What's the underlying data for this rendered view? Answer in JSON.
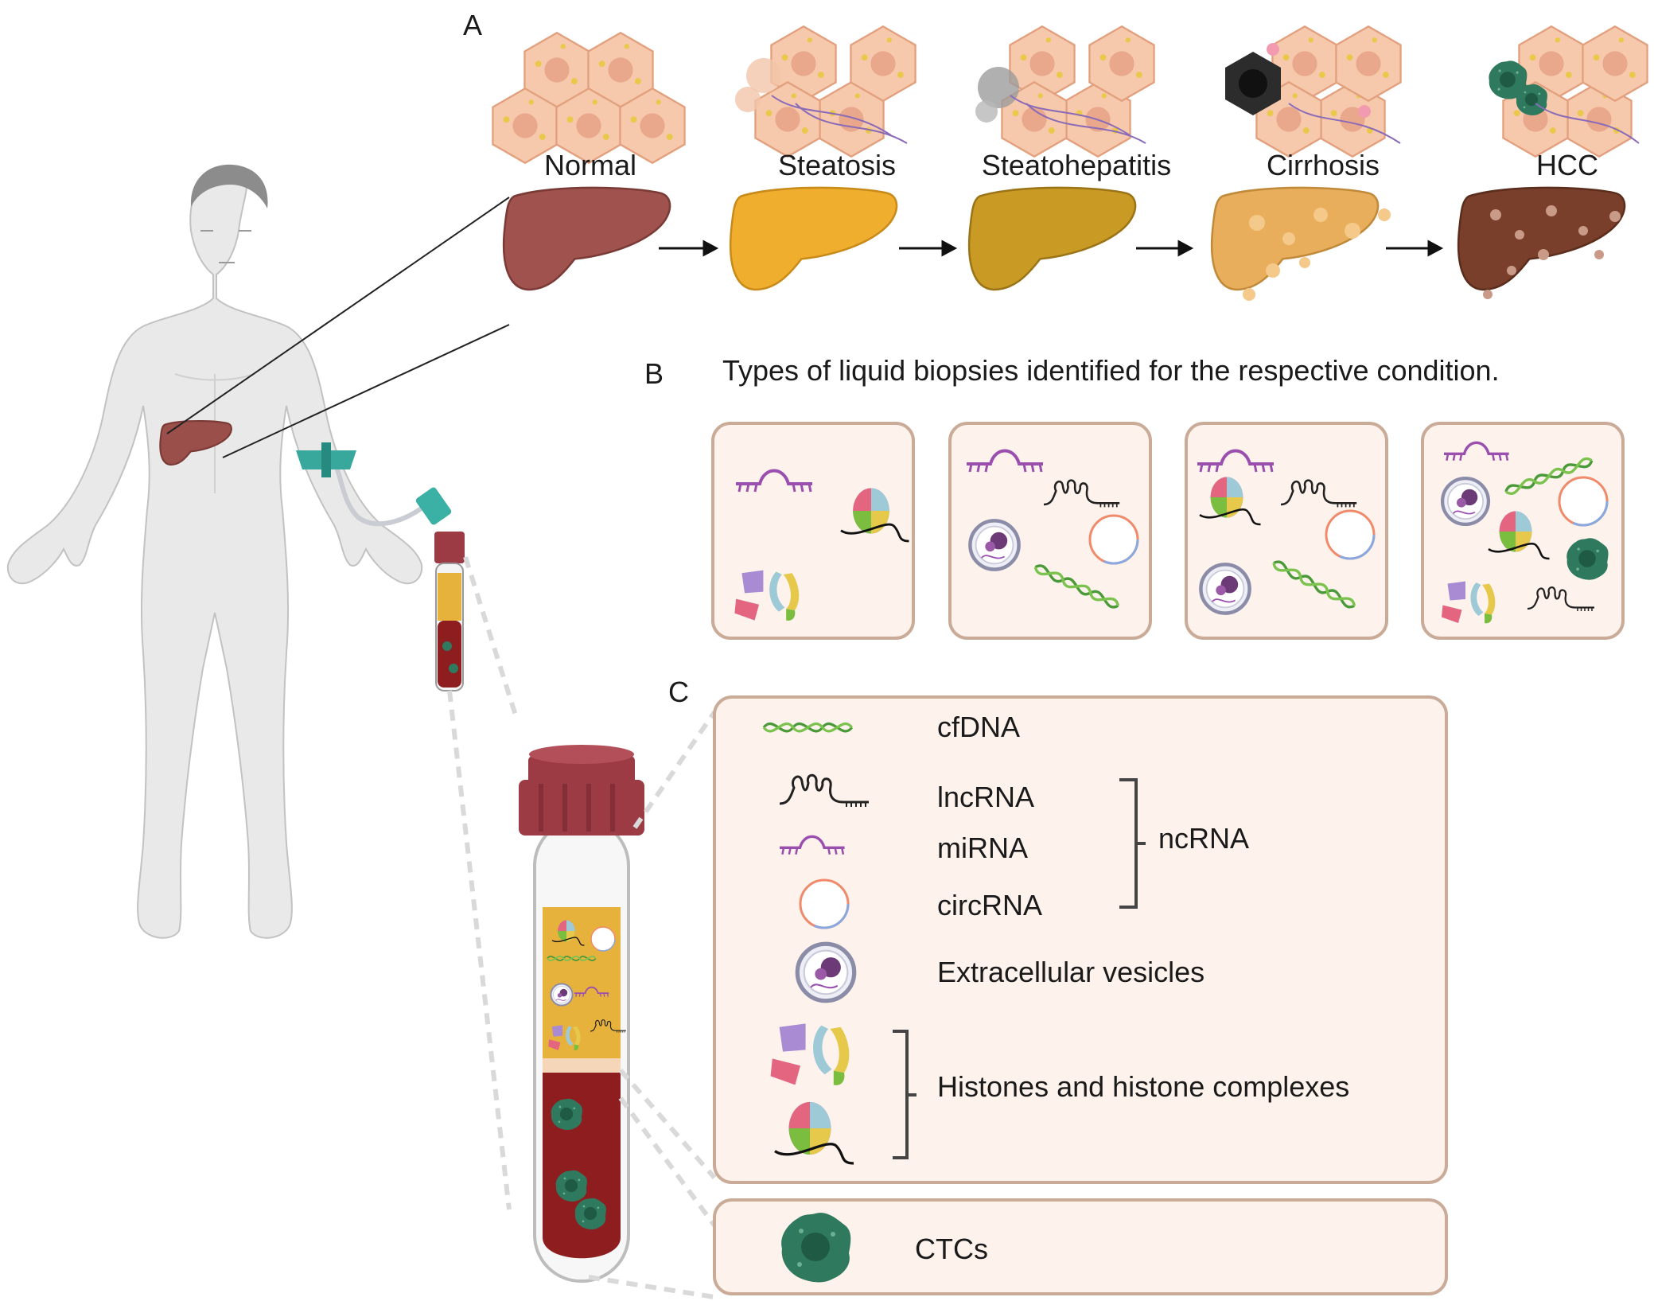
{
  "panels": {
    "a": "A",
    "b": "B",
    "c": "C"
  },
  "stages": [
    {
      "label": "Normal",
      "color": "#a0524e"
    },
    {
      "label": "Steatosis",
      "color": "#f0ae2e"
    },
    {
      "label": "Steatohepatitis",
      "color": "#c99a24"
    },
    {
      "label": "Cirrhosis",
      "color": "#e8ae5c"
    },
    {
      "label": "HCC",
      "color": "#7a3f2a"
    }
  ],
  "biopsy_heading": "Types of liquid biopsies identified for the respective condition.",
  "legend": {
    "cfdna": "cfDNA",
    "lncrna": "lncRNA",
    "mirna": "miRNA",
    "circrna": "circRNA",
    "ncrna": "ncRNA",
    "ev": "Extracellular vesicles",
    "histones": "Histones and histone complexes",
    "ctcs": "CTCs"
  },
  "colors": {
    "box_fill": "#fdf2ec",
    "box_stroke": "#c9ab98",
    "tube_cap": "#9c3b44",
    "blood": "#8e1d1f",
    "plasma": "#e7b23c",
    "ctc": "#2f7a5f",
    "mirna": "#9a4fae",
    "cfdna": "#4a9a3a"
  }
}
